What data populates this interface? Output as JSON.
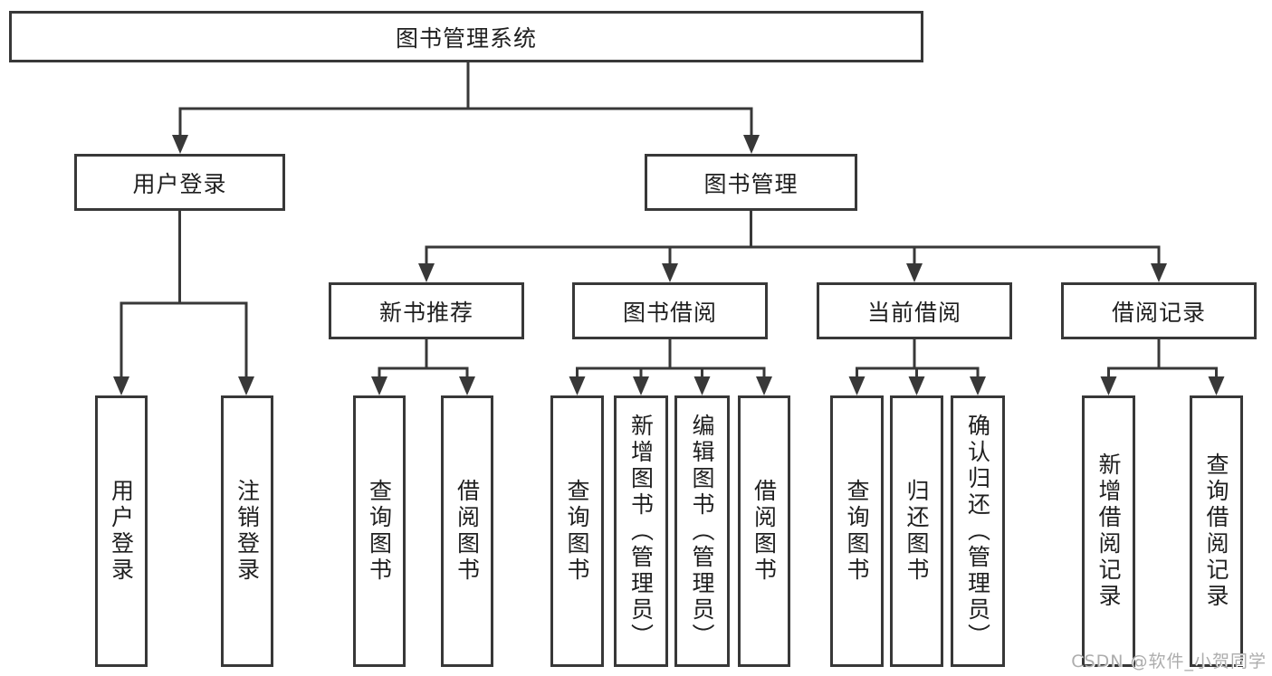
{
  "colors": {
    "line": "#383838",
    "text": "#1f1f1f",
    "background": "#ffffff",
    "watermark": "#adadad"
  },
  "tree": {
    "label": "图书管理系统",
    "children": [
      {
        "label": "用户登录",
        "children": [
          {
            "label": "用户登录"
          },
          {
            "label": "注销登录"
          }
        ]
      },
      {
        "label": "图书管理",
        "children": [
          {
            "label": "新书推荐",
            "children": [
              {
                "label": "查询图书"
              },
              {
                "label": "借阅图书"
              }
            ]
          },
          {
            "label": "图书借阅",
            "children": [
              {
                "label": "查询图书"
              },
              {
                "label": "新增图书（管理员）"
              },
              {
                "label": "编辑图书（管理员）"
              },
              {
                "label": "借阅图书"
              }
            ]
          },
          {
            "label": "当前借阅",
            "children": [
              {
                "label": "查询图书"
              },
              {
                "label": "归还图书"
              },
              {
                "label": "确认归还（管理员）"
              }
            ]
          },
          {
            "label": "借阅记录",
            "children": [
              {
                "label": "新增借阅记录"
              },
              {
                "label": "查询借阅记录"
              }
            ]
          }
        ]
      }
    ]
  },
  "watermark": {
    "text": "CSDN @软件_小贺同学"
  }
}
